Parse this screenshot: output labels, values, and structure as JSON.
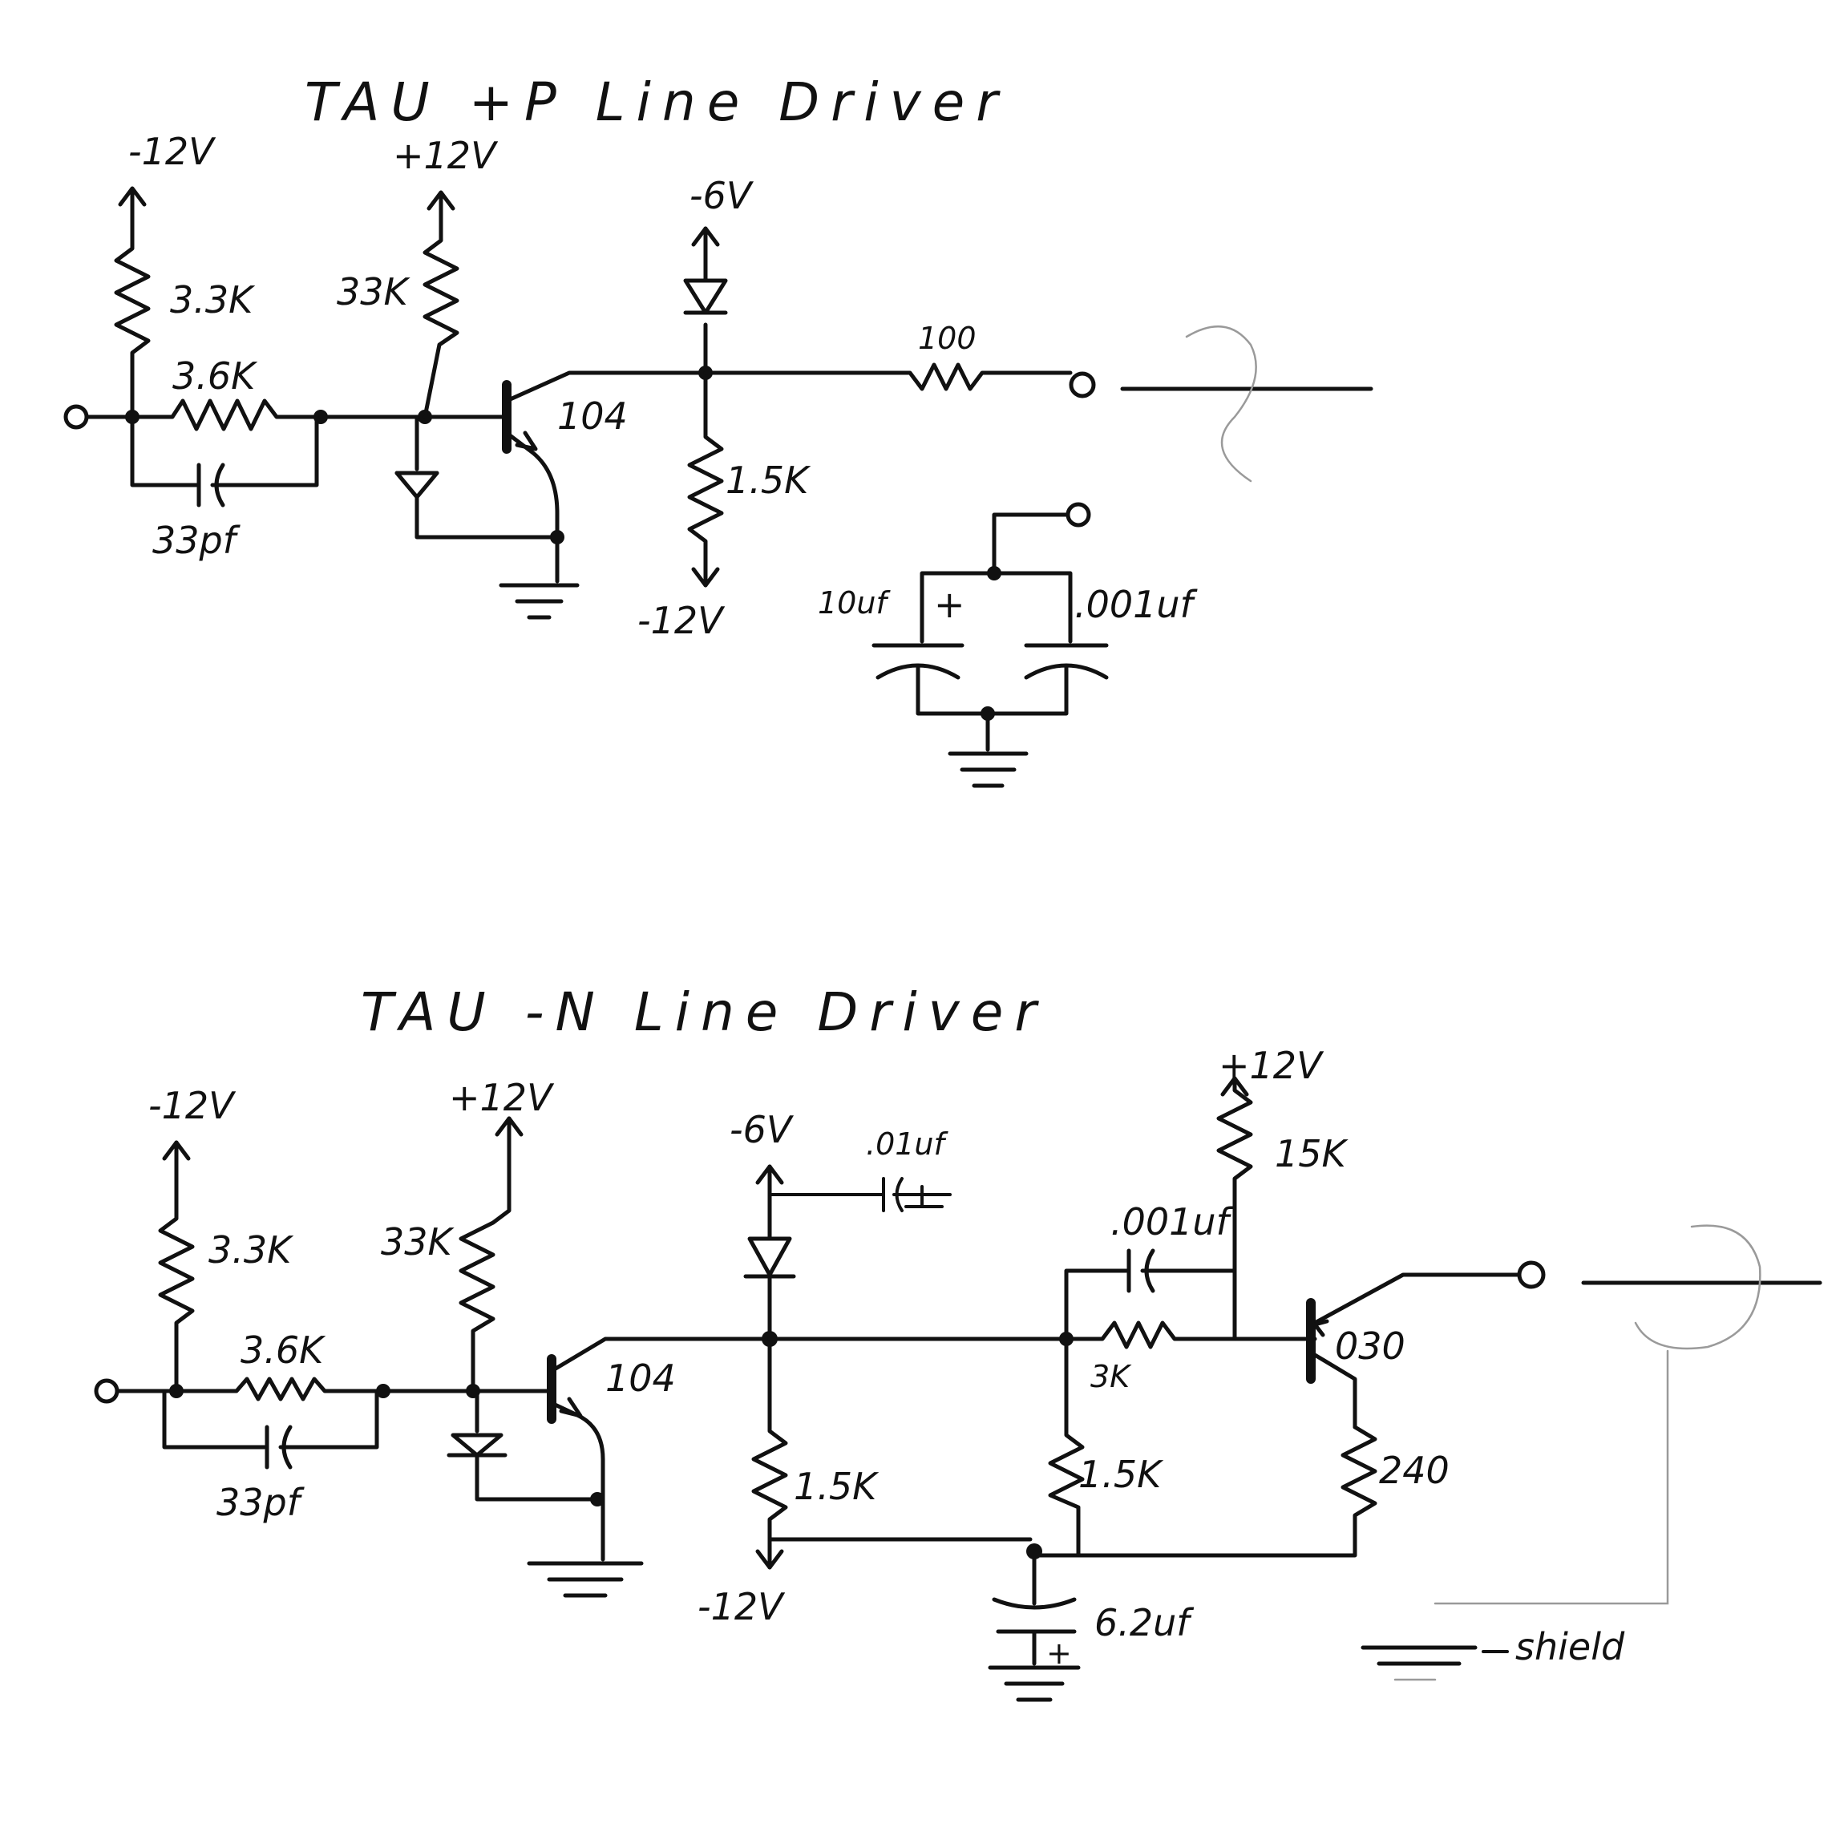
{
  "top_driver": {
    "title": "TAU  +P  Line Driver",
    "labels": {
      "minus12_a": "-12V",
      "plus12": "+12V",
      "minus6": "-6V",
      "r_3_3k": "3.3K",
      "r_33k": "33K",
      "r_3_6k": "3.6K",
      "c_33pf": "33pf",
      "transistor": "104",
      "r_100": "100",
      "r_1_5k": "1.5K",
      "minus12_b": "-12V",
      "c_10uf": "10uf",
      "plus_mark": "+",
      "c_001uf": ".001uf"
    }
  },
  "bottom_driver": {
    "title": "TAU  -N  Line Driver",
    "labels": {
      "minus12_a": "-12V",
      "plus12_a": "+12V",
      "minus6": "-6V",
      "c_01uf": ".01uf",
      "plus12_b": "+12V",
      "r_15k": "15K",
      "r_3_3k": "3.3K",
      "r_33k": "33K",
      "c_001uf": ".001uf",
      "r_3_6k": "3.6K",
      "transistor_a": "104",
      "r_3k": "3K",
      "transistor_b": "030",
      "c_33pf": "33pf",
      "r_1_5k_a": "1.5K",
      "r_1_5k_b": "1.5K",
      "r_240": "240",
      "minus12_b": "-12V",
      "c_6_2uf": "6.2uf",
      "plus_mark": "+",
      "shield": "shield"
    }
  }
}
